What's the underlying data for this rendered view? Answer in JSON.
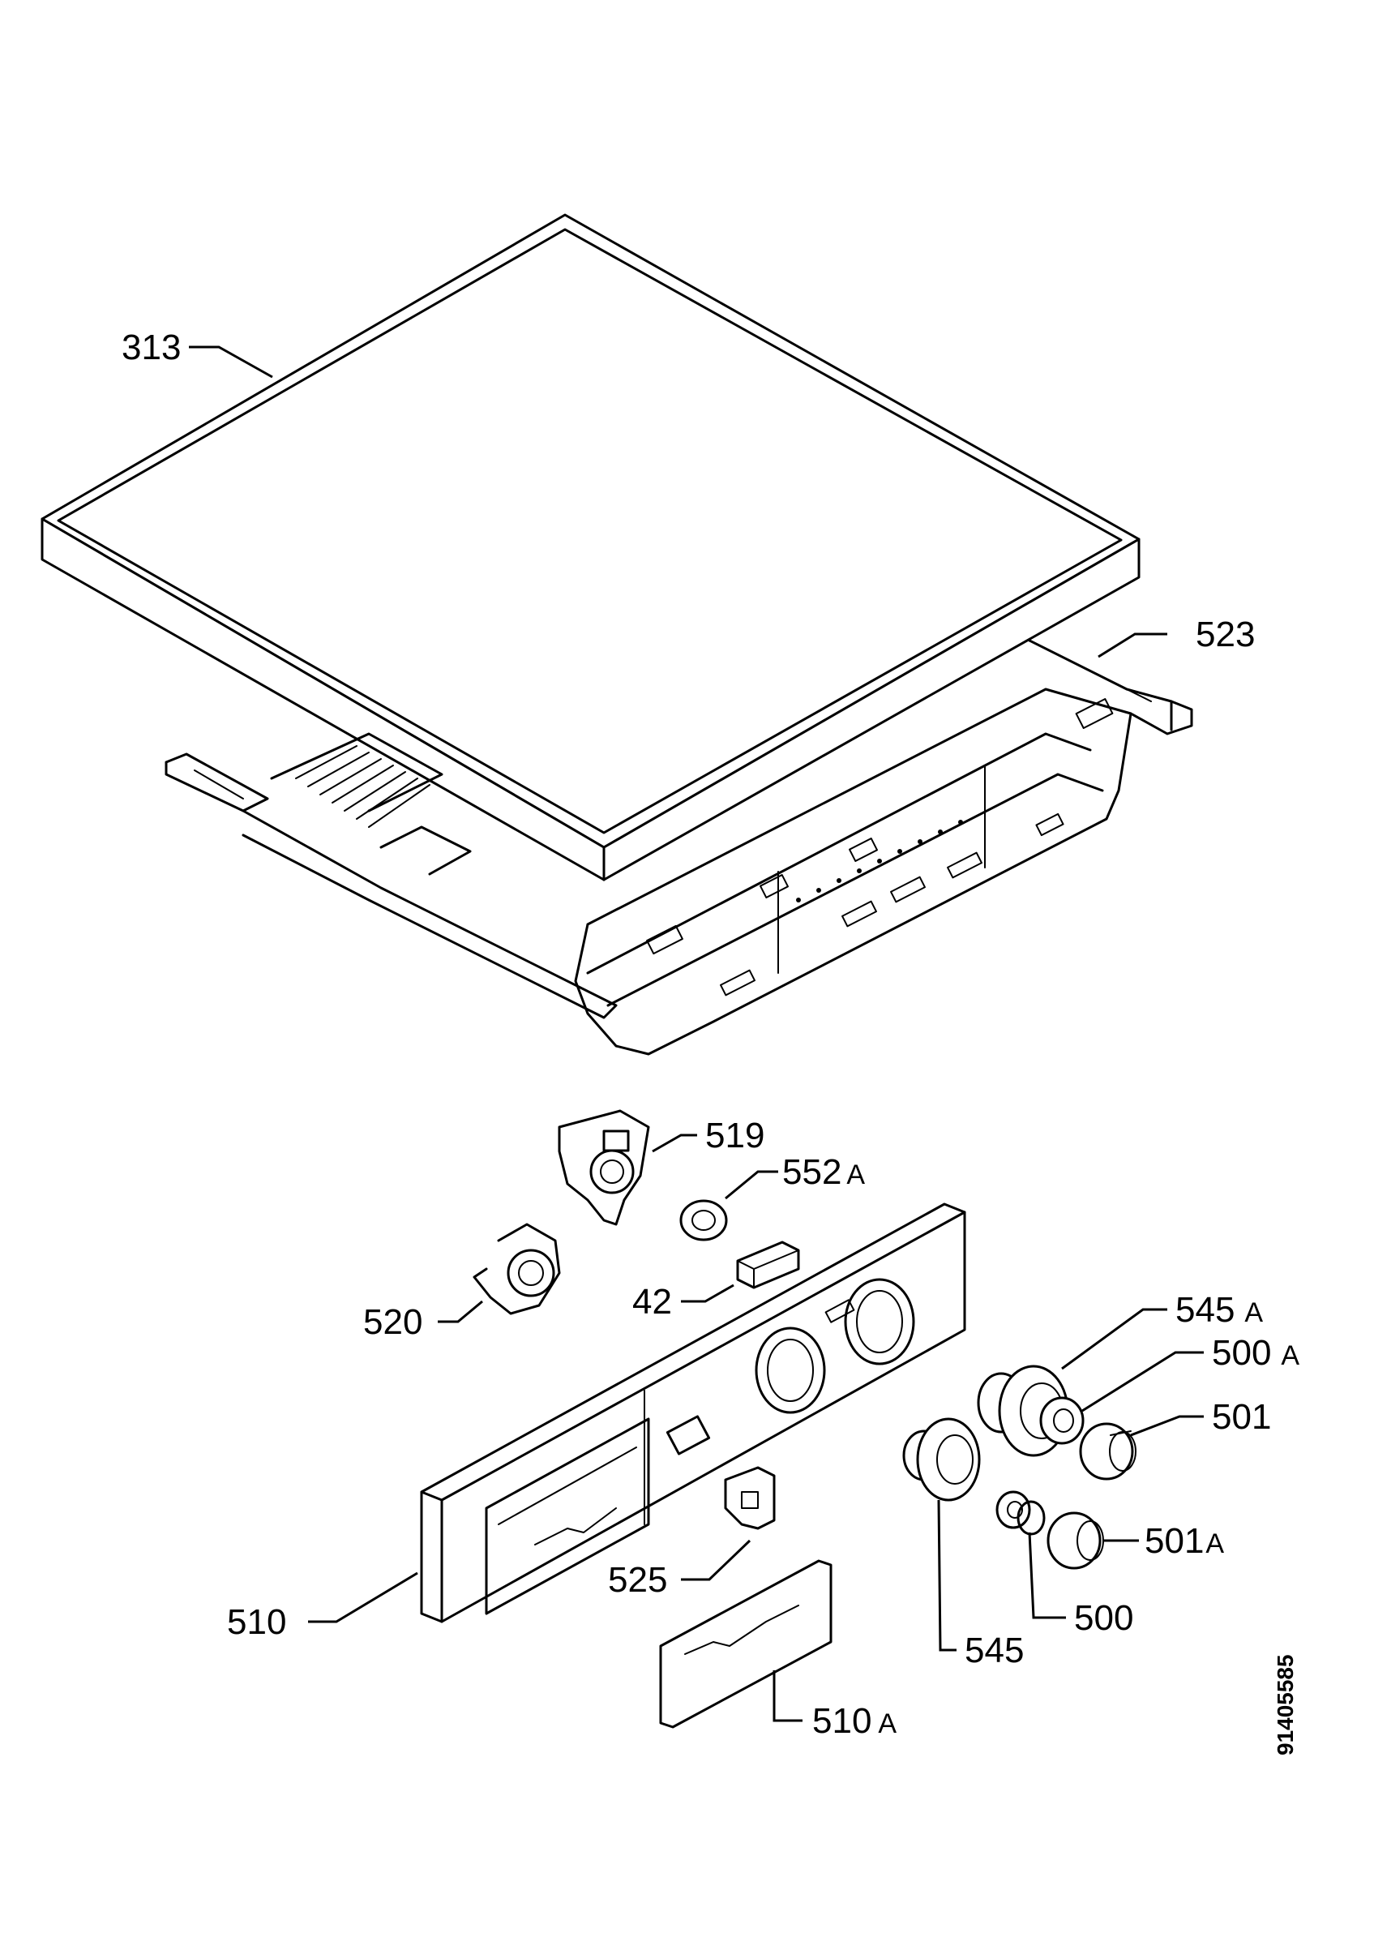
{
  "drawing_number": "91405585",
  "labels": {
    "p313": "313",
    "p523": "523",
    "p519": "519",
    "p552": "552",
    "p552_suffix": "A",
    "p42": "42",
    "p520": "520",
    "p545a": "545",
    "p545a_suffix": "A",
    "p500a": "500",
    "p500a_suffix": "A",
    "p501": "501",
    "p501a": "501",
    "p501a_suffix": "A",
    "p525": "525",
    "p500": "500",
    "p545": "545",
    "p510": "510",
    "p510a": "510",
    "p510a_suffix": "A"
  }
}
